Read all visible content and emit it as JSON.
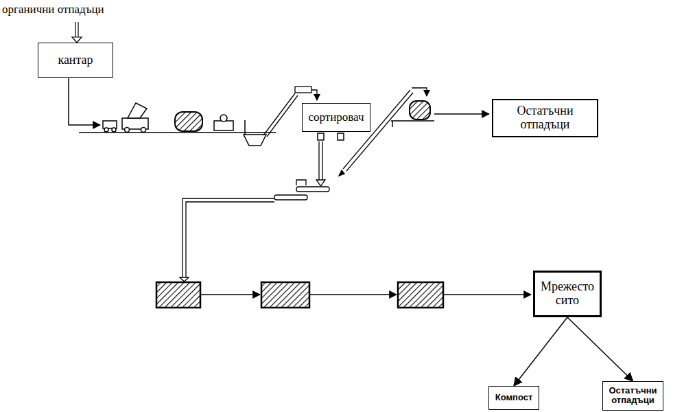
{
  "diagram": {
    "nodes": [
      {
        "text": [
          "кантар"
        ]
      },
      {
        "text": [
          "сортировач"
        ]
      },
      {
        "text": [
          "Остатъчни отпадъци"
        ]
      },
      {
        "text": [
          "Мрежесто сито"
        ]
      },
      {
        "text": [
          "Компост"
        ]
      },
      {
        "text": [
          "Остатъчни отпадъци"
        ]
      }
    ],
    "edges": [
      {
        "from": 3,
        "to": 4,
        "arrow": "to"
      },
      {
        "from": 3,
        "to": 5,
        "arrow": "to"
      }
    ],
    "labels": [
      "органични отпадъци"
    ]
  }
}
